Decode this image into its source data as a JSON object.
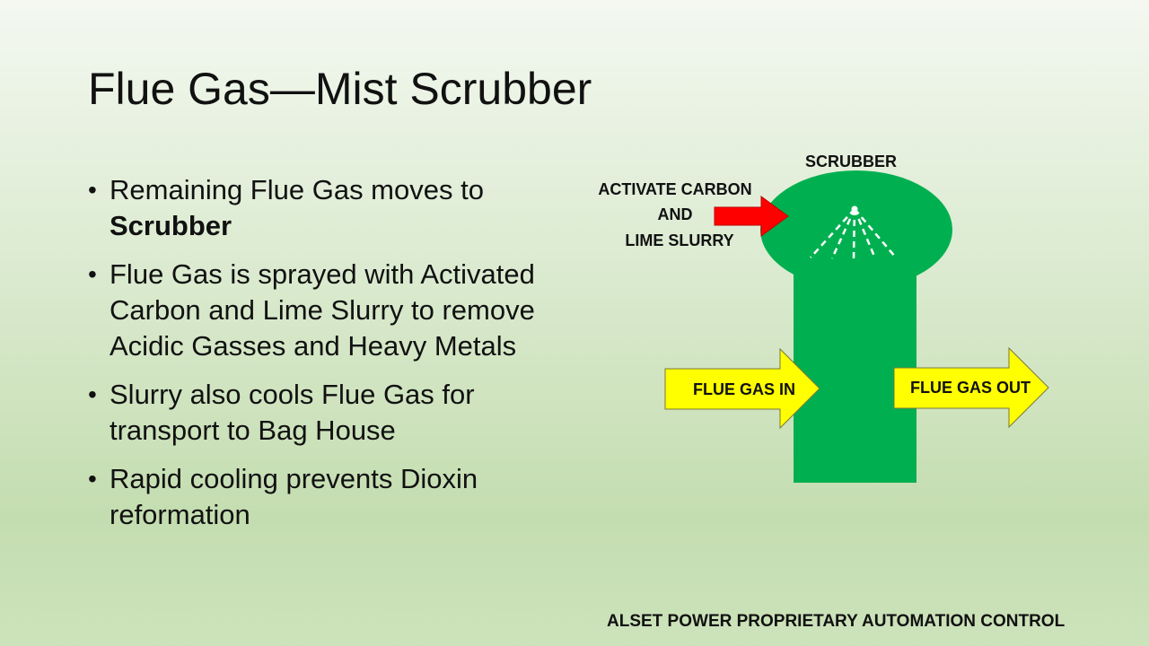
{
  "slide": {
    "title": "Flue Gas—Mist Scrubber",
    "bullets": [
      {
        "text": "Remaining Flue Gas moves to ",
        "bold": "Scrubber"
      },
      {
        "text": "Flue Gas is sprayed with Activated Carbon and Lime Slurry to remove Acidic Gasses and Heavy Metals",
        "bold": ""
      },
      {
        "text": "Slurry also cools Flue Gas for transport to Bag House",
        "bold": ""
      },
      {
        "text": "Rapid cooling prevents Dioxin reformation",
        "bold": ""
      }
    ],
    "footer": "ALSET POWER PROPRIETARY AUTOMATION CONTROL"
  },
  "diagram": {
    "scrubber_label": "SCRUBBER",
    "inlet_label_lines": [
      "ACTIVATE CARBON",
      "AND",
      "LIME SLURRY"
    ],
    "flue_gas_in": "FLUE GAS IN",
    "flue_gas_out": "FLUE GAS OUT",
    "colors": {
      "scrubber": "#00b050",
      "inlet_arrow": "#ff0000",
      "flow_arrows": "#ffff00",
      "spray": "#ffffff"
    }
  }
}
